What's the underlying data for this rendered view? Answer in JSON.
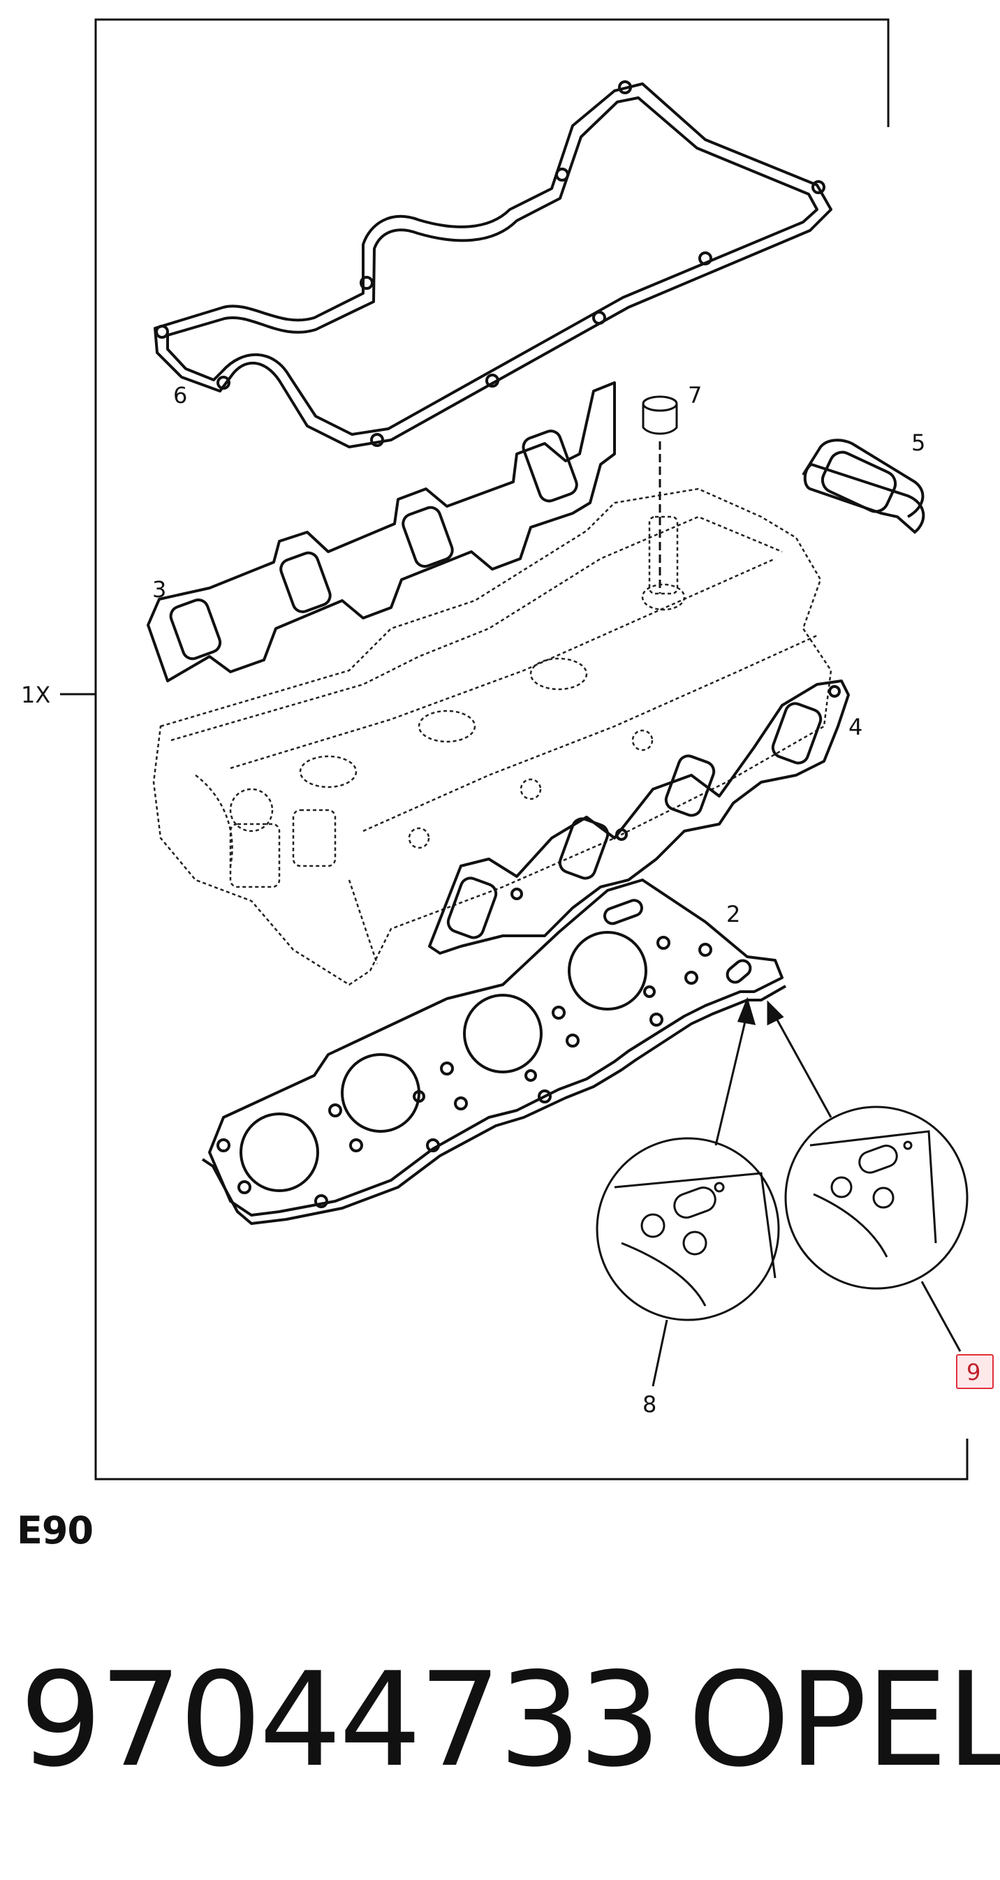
{
  "diagram": {
    "labels": {
      "kit_qty": "1X",
      "p2": "2",
      "p3": "3",
      "p4": "4",
      "p5": "5",
      "p6": "6",
      "p7": "7",
      "p8": "8",
      "p9": "9"
    },
    "highlight_color": "#e0303c"
  },
  "footer": {
    "engine_code": "E90",
    "part_number": "97044733",
    "brand": "OPEL"
  }
}
